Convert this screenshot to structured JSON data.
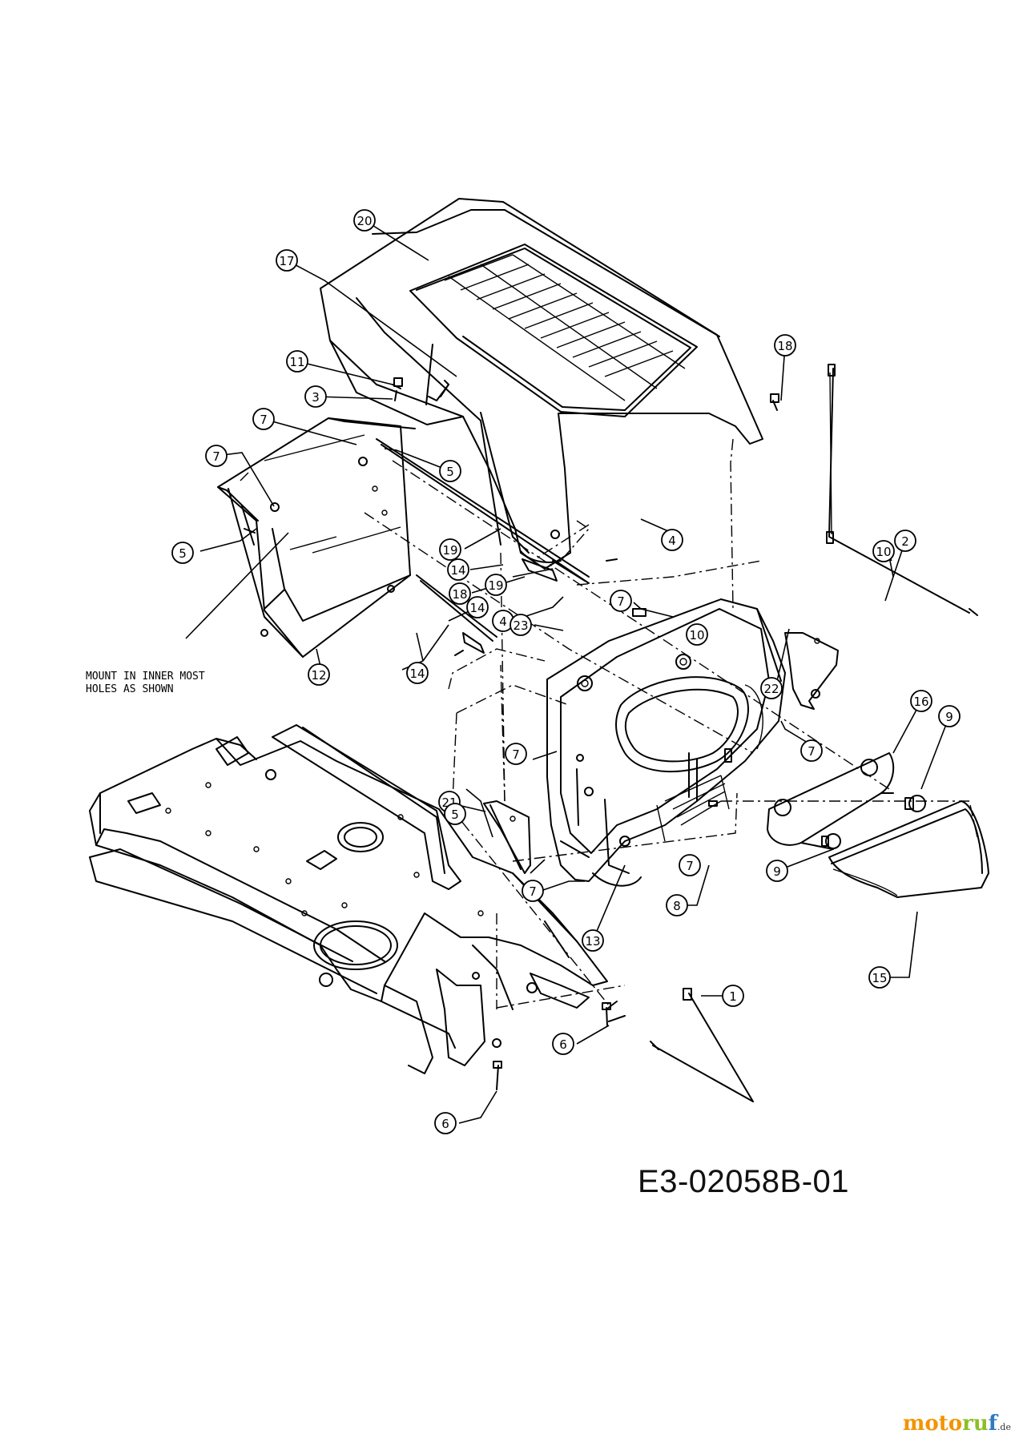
{
  "diagram": {
    "drawing_number": "E3-02058B-01",
    "note": {
      "line1": "MOUNT IN INNER MOST",
      "line2": "HOLES AS SHOWN"
    },
    "callouts": [
      {
        "num": "20"
      },
      {
        "num": "17"
      },
      {
        "num": "11"
      },
      {
        "num": "3"
      },
      {
        "num": "7"
      },
      {
        "num": "7"
      },
      {
        "num": "5"
      },
      {
        "num": "5"
      },
      {
        "num": "18"
      },
      {
        "num": "19"
      },
      {
        "num": "14"
      },
      {
        "num": "18"
      },
      {
        "num": "14"
      },
      {
        "num": "19"
      },
      {
        "num": "4"
      },
      {
        "num": "4"
      },
      {
        "num": "7"
      },
      {
        "num": "23"
      },
      {
        "num": "7"
      },
      {
        "num": "10"
      },
      {
        "num": "10"
      },
      {
        "num": "22"
      },
      {
        "num": "2"
      },
      {
        "num": "14"
      },
      {
        "num": "12"
      },
      {
        "num": "16"
      },
      {
        "num": "9"
      },
      {
        "num": "7"
      },
      {
        "num": "21"
      },
      {
        "num": "5"
      },
      {
        "num": "7"
      },
      {
        "num": "8"
      },
      {
        "num": "7"
      },
      {
        "num": "9"
      },
      {
        "num": "13"
      },
      {
        "num": "15"
      },
      {
        "num": "1"
      },
      {
        "num": "6"
      },
      {
        "num": "6"
      }
    ]
  },
  "watermark": {
    "part1": "moto",
    "part2": "ru",
    "part3": "f",
    "suffix": ".de"
  }
}
